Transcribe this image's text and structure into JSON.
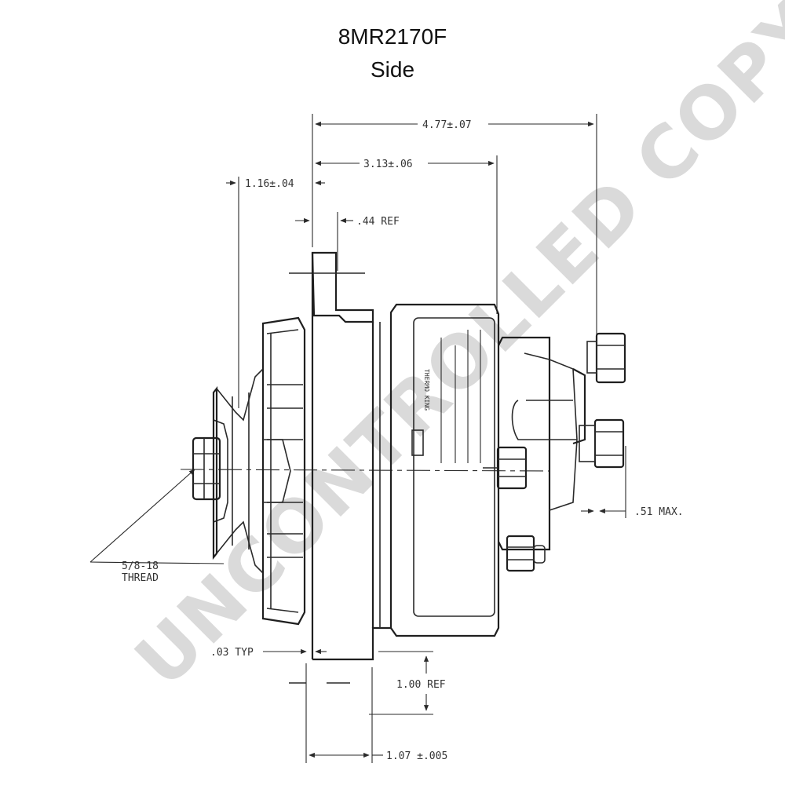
{
  "title": "8MR2170F",
  "subtitle": "Side",
  "watermark": "UNCONTROLLED COPY",
  "dimensions": {
    "overall_length": "4.77±.07",
    "body_length": "3.13±.06",
    "pulley_offset": "1.16±.04",
    "ref_44": ".44 REF",
    "terminal_max": ".51 MAX.",
    "thread": "5/8-18",
    "thread_label": "THREAD",
    "typ": ".03 TYP",
    "ref_100": "1.00 REF",
    "base_width": "1.07 ±.005"
  },
  "nameplate": {
    "brand": "THERMO KING"
  },
  "colors": {
    "line": "#2a2a2a",
    "watermark": "#d4d4d4"
  }
}
